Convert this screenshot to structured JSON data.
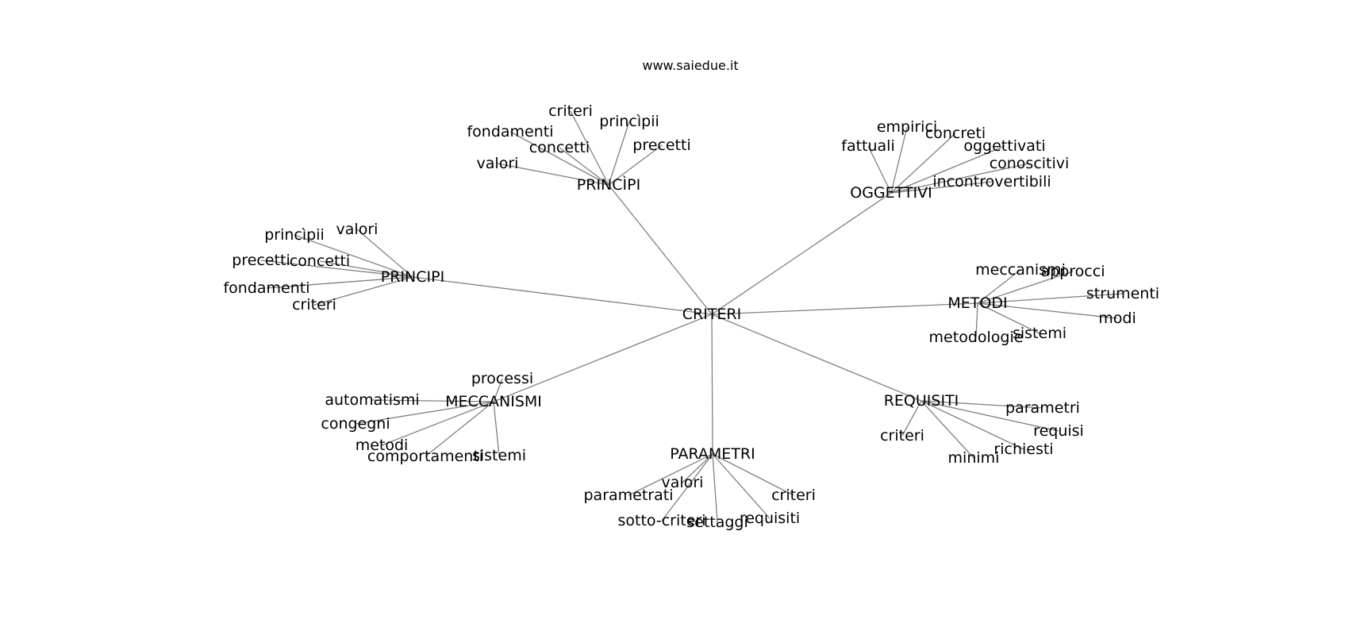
{
  "watermark": "www.saiedue.it",
  "graph": {
    "center": "CRITERI",
    "hubs": [
      {
        "label": "PRINCÌPI",
        "leaves": [
          "fondamenti",
          "criteri",
          "princìpii",
          "precetti",
          "concetti",
          "valori"
        ]
      },
      {
        "label": "OGGETTIVI",
        "leaves": [
          "empirici",
          "concreti",
          "fattuali",
          "oggettivati",
          "conoscitivi",
          "incontrovertibili"
        ]
      },
      {
        "label": "PRINCIPI",
        "leaves": [
          "princìpii",
          "valori",
          "precetti",
          "concetti",
          "fondamenti",
          "criteri"
        ]
      },
      {
        "label": "METODI",
        "leaves": [
          "meccanismi",
          "approcci",
          "strumenti",
          "modi",
          "sistemi",
          "metodologie"
        ]
      },
      {
        "label": "MECCANISMI",
        "leaves": [
          "processi",
          "automatismi",
          "congegni",
          "metodi",
          "comportamenti",
          "sistemi"
        ]
      },
      {
        "label": "REQUISITI",
        "leaves": [
          "parametri",
          "requisi",
          "richiesti",
          "minimi",
          "criteri"
        ]
      },
      {
        "label": "PARAMETRI",
        "leaves": [
          "valori",
          "parametrati",
          "criteri",
          "sotto-criteri",
          "settaggi",
          "requisiti"
        ]
      }
    ]
  }
}
